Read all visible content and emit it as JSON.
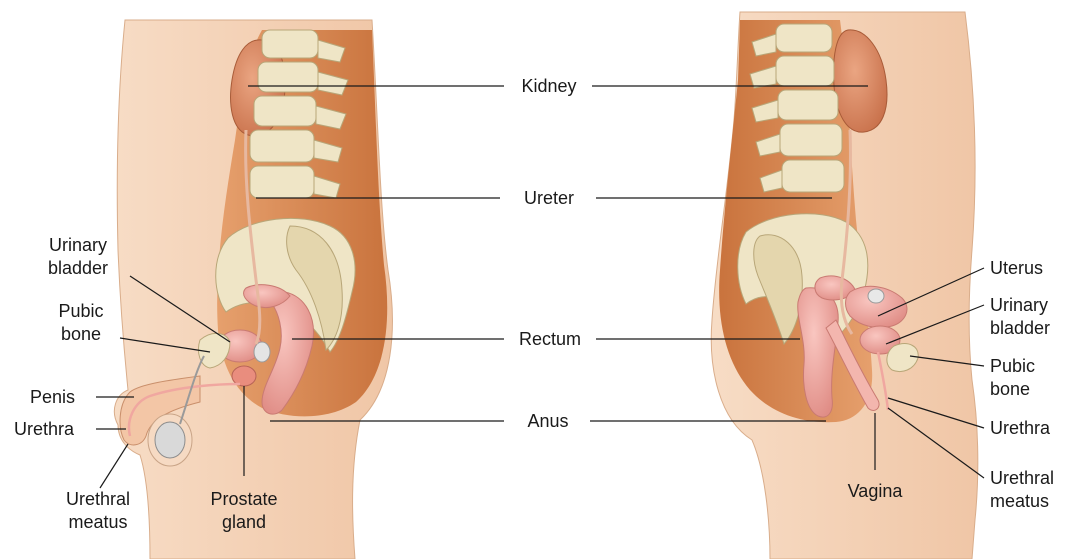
{
  "center_labels": {
    "kidney": "Kidney",
    "ureter": "Ureter",
    "rectum": "Rectum",
    "anus": "Anus"
  },
  "male_labels": {
    "urinary_bladder_1": "Urinary",
    "urinary_bladder_2": "bladder",
    "pubic_bone_1": "Pubic",
    "pubic_bone_2": "bone",
    "penis": "Penis",
    "urethra": "Urethra",
    "urethral_meatus_1": "Urethral",
    "urethral_meatus_2": "meatus",
    "prostate_gland_1": "Prostate",
    "prostate_gland_2": "gland"
  },
  "female_labels": {
    "uterus": "Uterus",
    "urinary_bladder_1": "Urinary",
    "urinary_bladder_2": "bladder",
    "pubic_bone_1": "Pubic",
    "pubic_bone_2": "bone",
    "urethra": "Urethra",
    "urethral_meatus_1": "Urethral",
    "urethral_meatus_2": "meatus",
    "vagina": "Vagina"
  },
  "colors": {
    "skin": "#f4d0b4",
    "body_cavity": "#e0955e",
    "bone": "#efe5c6",
    "bone_shadow": "#c9b98c",
    "kidney": "#d98b64",
    "organ_pink": "#f0a7a0",
    "leader_line": "#1a1a1a"
  }
}
